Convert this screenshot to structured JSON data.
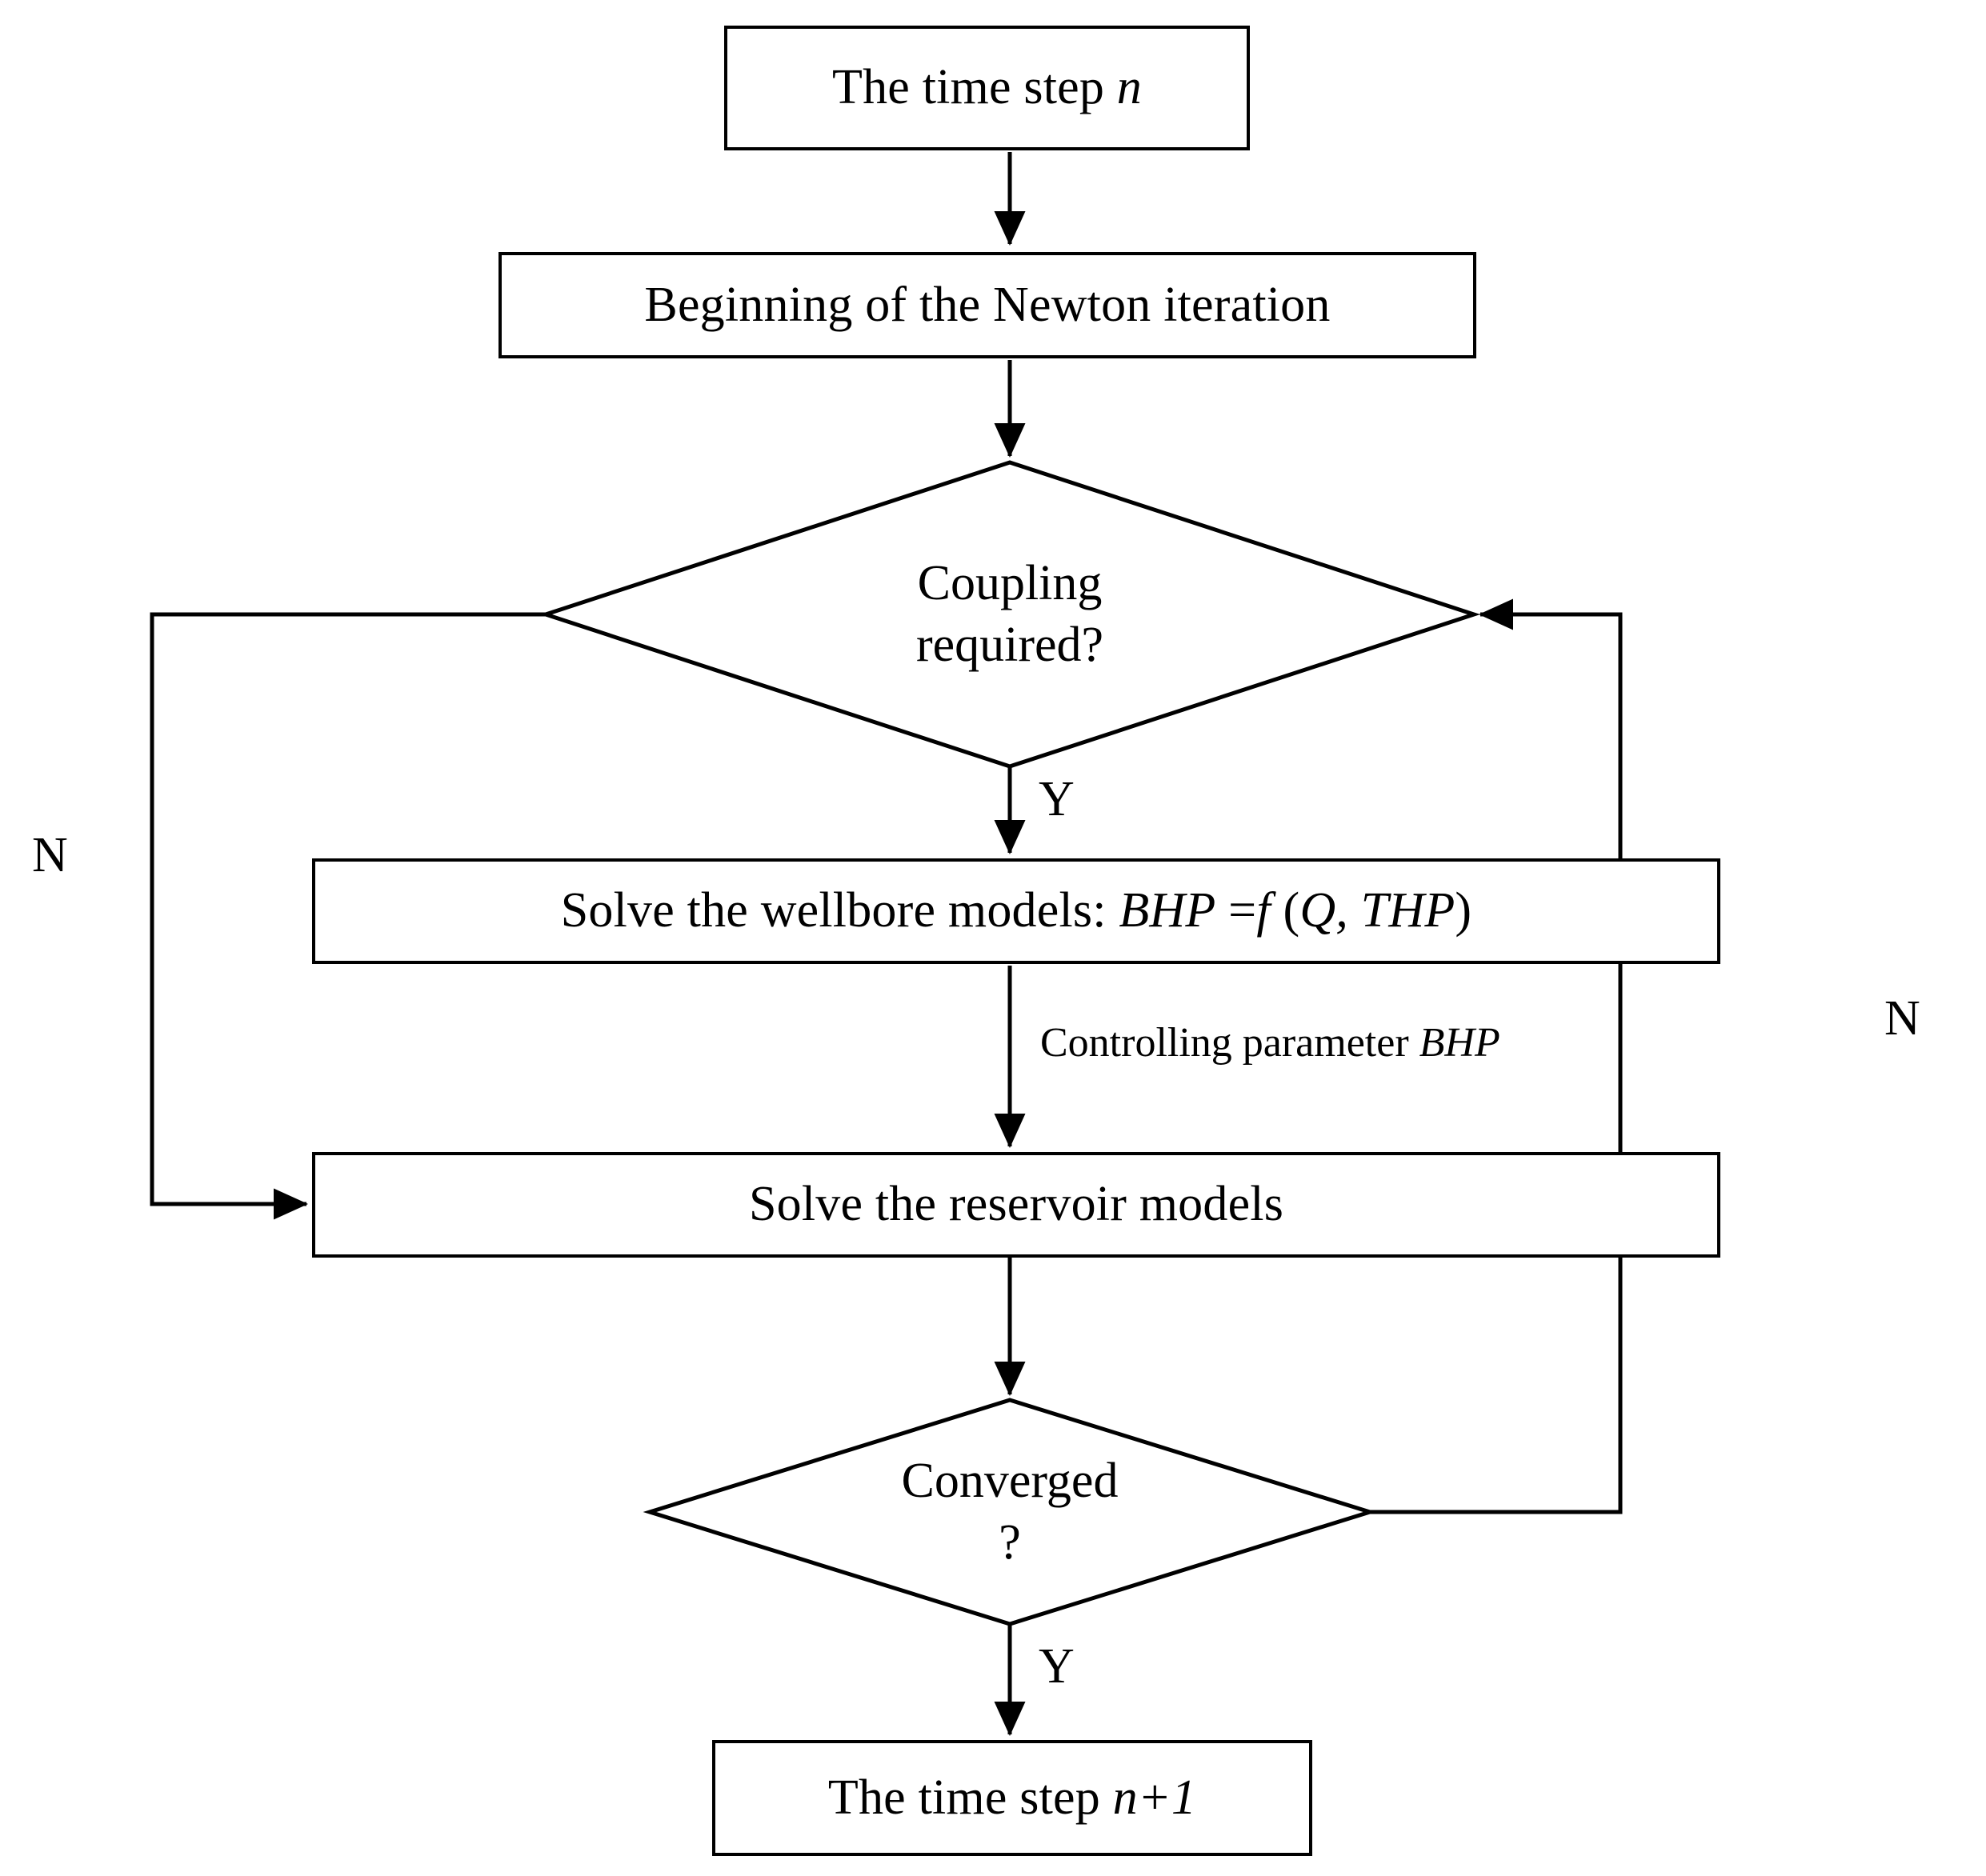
{
  "diagram": {
    "title": "Coupled wellbore-reservoir Newton iteration flowchart",
    "type": "flowchart",
    "background_color": "#ffffff",
    "line_color": "#000000",
    "text_color": "#000000"
  },
  "nodes": {
    "start": {
      "shape": "process",
      "text_plain": "The time step n",
      "text_prefix": "The time step ",
      "text_italic": "n"
    },
    "newton_start": {
      "shape": "process",
      "text_plain": "Beginning of the Newton iteration"
    },
    "coupling_decision": {
      "shape": "diamond",
      "line1": "Coupling",
      "line2": "required?"
    },
    "wellbore": {
      "shape": "process",
      "text_plain": "Solve the wellbore models: BHP =f (Q, THP)",
      "segments": [
        {
          "t": "Solve the wellbore models: ",
          "italic": false
        },
        {
          "t": "BHP",
          "italic": true
        },
        {
          "t": " =",
          "italic": false
        },
        {
          "t": "f",
          "italic": true
        },
        {
          "t": " (",
          "italic": false
        },
        {
          "t": "Q, THP",
          "italic": true
        },
        {
          "t": ")",
          "italic": false
        }
      ]
    },
    "reservoir": {
      "shape": "process",
      "text_plain": "Solve the reservoir models"
    },
    "converged_decision": {
      "shape": "diamond",
      "line1": "Converged",
      "line2": "?"
    },
    "end": {
      "shape": "process",
      "text_plain": "The time step n+1",
      "text_prefix": "The time step ",
      "text_italic": "n+1"
    }
  },
  "edge_labels": {
    "coupling_yes": "Y",
    "coupling_no": "N",
    "controlling_parameter_prefix": "Controlling parameter ",
    "controlling_parameter_symbol": "BHP",
    "converged_yes": "Y",
    "converged_no": "N"
  },
  "flow": [
    {
      "from": "start",
      "to": "newton_start",
      "label": ""
    },
    {
      "from": "newton_start",
      "to": "coupling_decision",
      "label": ""
    },
    {
      "from": "coupling_decision",
      "to": "wellbore",
      "label": "Y"
    },
    {
      "from": "coupling_decision",
      "to": "reservoir",
      "label": "N"
    },
    {
      "from": "wellbore",
      "to": "reservoir",
      "label": "Controlling parameter BHP"
    },
    {
      "from": "reservoir",
      "to": "converged_decision",
      "label": ""
    },
    {
      "from": "converged_decision",
      "to": "end",
      "label": "Y"
    },
    {
      "from": "converged_decision",
      "to": "coupling_decision",
      "label": "N"
    }
  ]
}
